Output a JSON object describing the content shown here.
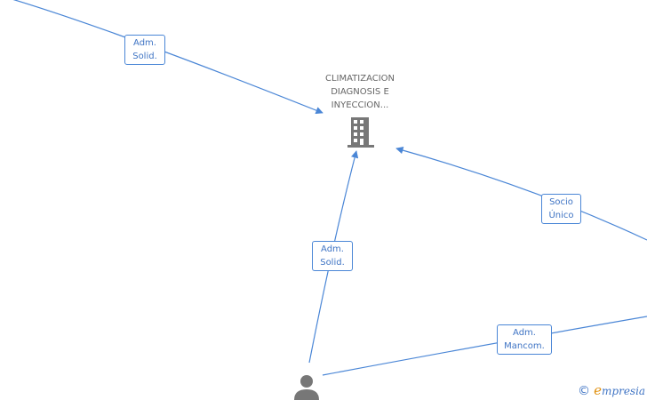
{
  "company": {
    "name_lines": [
      "CLIMATIZACION",
      "DIAGNOSIS E",
      "INYECCION..."
    ]
  },
  "edges": [
    {
      "label_lines": [
        "Adm.",
        "Solid."
      ]
    },
    {
      "label_lines": [
        "Socio",
        "Único"
      ]
    },
    {
      "label_lines": [
        "Adm.",
        "Solid."
      ]
    },
    {
      "label_lines": [
        "Adm.",
        "Mancom."
      ]
    }
  ],
  "icons": {
    "company": "building-icon",
    "person": "person-icon"
  },
  "brand": {
    "copyright": "©",
    "initial": "e",
    "rest": "mpresia"
  },
  "colors": {
    "edge": "#4a86d6",
    "node_icon": "#777777",
    "label_text": "#3f74c4",
    "brand_accent": "#e0900e"
  }
}
